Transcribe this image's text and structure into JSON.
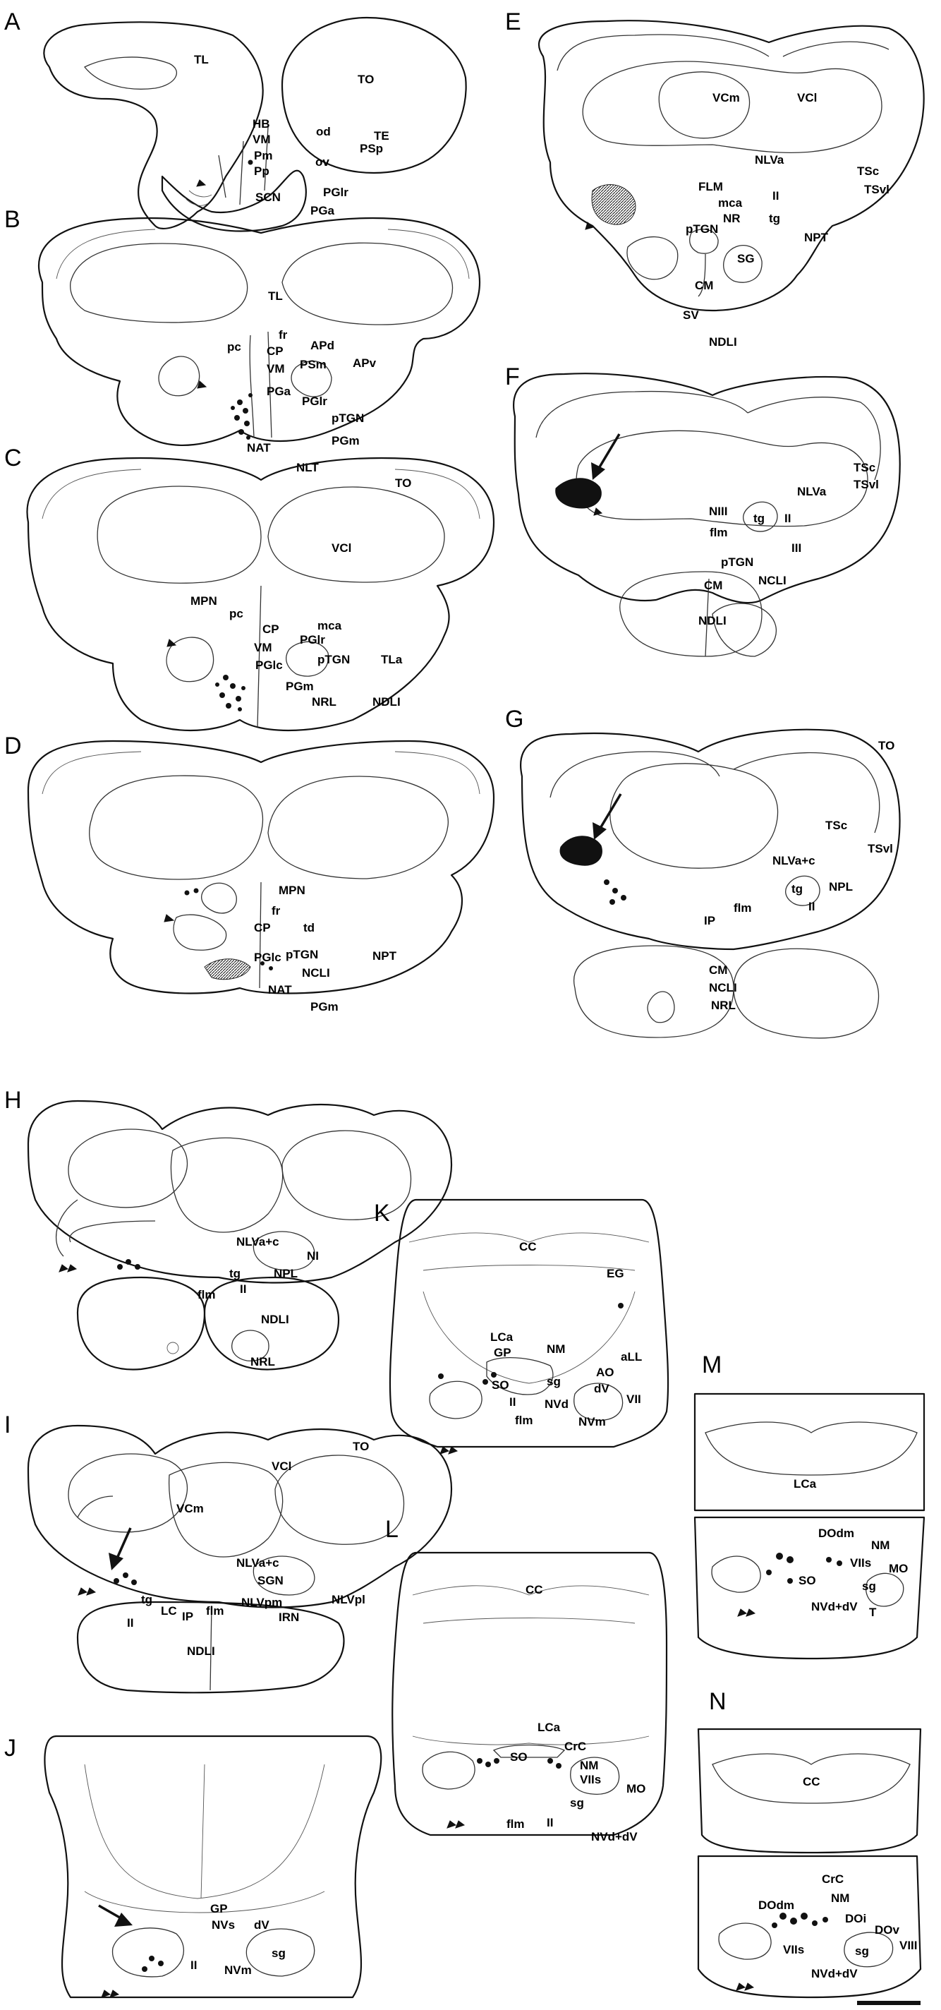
{
  "panels": [
    {
      "letter": "A",
      "labels": [
        "TL",
        "TO",
        "HB",
        "VM",
        "Pm",
        "Pp",
        "SCN",
        "od",
        "TE",
        "PSp",
        "ov",
        "PGlr",
        "PGa"
      ]
    },
    {
      "letter": "B",
      "labels": [
        "TL",
        "fr",
        "pc",
        "CP",
        "VM",
        "PGa",
        "APd",
        "PSm",
        "APv",
        "PGlr",
        "pTGN",
        "PGm",
        "NAT",
        "NLT"
      ]
    },
    {
      "letter": "C",
      "labels": [
        "TO",
        "VCl",
        "MPN",
        "pc",
        "CP",
        "mca",
        "VM",
        "PGlr",
        "PGlc",
        "pTGN",
        "TLa",
        "PGm",
        "NRL",
        "NDLI"
      ]
    },
    {
      "letter": "D",
      "labels": [
        "MPN",
        "fr",
        "CP",
        "td",
        "PGlc",
        "pTGN",
        "NPT",
        "NCLI",
        "NAT",
        "PGm"
      ]
    },
    {
      "letter": "E",
      "labels": [
        "VCm",
        "VCl",
        "TSc",
        "NLVa",
        "TSvl",
        "FLM",
        "II",
        "mca",
        "NR",
        "tg",
        "pTGN",
        "NPT",
        "SG",
        "CM",
        "SV",
        "NDLI"
      ]
    },
    {
      "letter": "F",
      "labels": [
        "NLVa",
        "TSc",
        "TSvl",
        "NIII",
        "tg",
        "II",
        "flm",
        "III",
        "pTGN",
        "CM",
        "NCLI",
        "NDLI"
      ]
    },
    {
      "letter": "G",
      "labels": [
        "TO",
        "TSc",
        "TSvl",
        "NLVa+c",
        "NPL",
        "tg",
        "II",
        "flm",
        "IP",
        "CM",
        "NCLI",
        "NRL"
      ]
    },
    {
      "letter": "H",
      "labels": [
        "NLVa+c",
        "NI",
        "tg",
        "NPL",
        "flm",
        "II",
        "NDLI",
        "NRL"
      ]
    },
    {
      "letter": "I",
      "labels": [
        "TO",
        "VCl",
        "VCm",
        "NLVa+c",
        "SGN",
        "NLVpl",
        "tg",
        "NLVpm",
        "IRN",
        "LC",
        "IP",
        "flm",
        "II",
        "NDLI"
      ]
    },
    {
      "letter": "J",
      "labels": [
        "GP",
        "NVs",
        "dV",
        "sg",
        "II",
        "NVm"
      ]
    },
    {
      "letter": "K",
      "labels": [
        "CC",
        "EG",
        "LCa",
        "NM",
        "GP",
        "AO",
        "aLL",
        "SO",
        "sg",
        "dV",
        "VII",
        "II",
        "NVd",
        "flm",
        "NVm"
      ]
    },
    {
      "letter": "L",
      "labels": [
        "CC",
        "LCa",
        "CrC",
        "SO",
        "NM",
        "VIIs",
        "MO",
        "sg",
        "flm",
        "II",
        "NVd+dV"
      ]
    },
    {
      "letter": "M",
      "labels": [
        "LCa",
        "DOdm",
        "NM",
        "VIIs",
        "MO",
        "SO",
        "sg",
        "NVd+dV",
        "T"
      ]
    },
    {
      "letter": "N",
      "labels": [
        "CC",
        "CrC",
        "NM",
        "DOdm",
        "DOi",
        "DOv",
        "VIIs",
        "sg",
        "VIII",
        "NVd+dV"
      ]
    }
  ]
}
